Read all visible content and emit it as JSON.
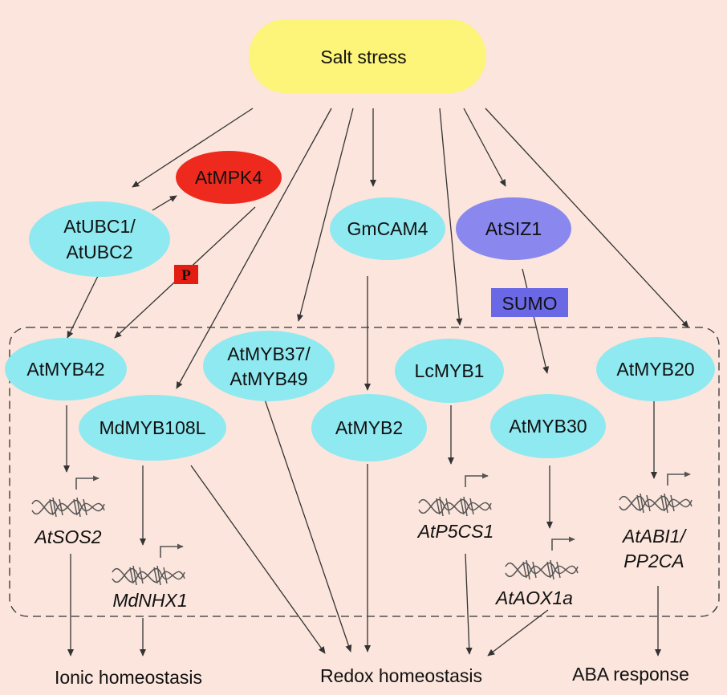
{
  "colors": {
    "background": "#fbe5dc",
    "stress": "#fdf57a",
    "tf": "#8fe9f0",
    "mpk": "#ee2a1e",
    "siz": "#8a87ee",
    "sumo": "#6b68e6",
    "phospho": "#e41d12"
  },
  "nodes": {
    "salt_stress": "Salt stress",
    "atmpk4": "AtMPK4",
    "atubc_line1": "AtUBC1/",
    "atubc_line2": "AtUBC2",
    "gmcam4": "GmCAM4",
    "atsiz1": "AtSIZ1",
    "sumo": "SUMO",
    "phospho": "P",
    "atmyb42": "AtMYB42",
    "atmyb37_line1": "AtMYB37/",
    "atmyb37_line2": "AtMYB49",
    "lcmyb1": "LcMYB1",
    "atmyb20": "AtMYB20",
    "mdmyb108l": "MdMYB108L",
    "atmyb2": "AtMYB2",
    "atmyb30": "AtMYB30"
  },
  "genes": {
    "atsos2": "AtSOS2",
    "mdnhx1": "MdNHX1",
    "atp5cs1": "AtP5CS1",
    "ataox1a": "AtAOX1a",
    "atabi1_line1": "AtABI1/",
    "atabi1_line2": "PP2CA"
  },
  "outcomes": {
    "ionic": "Ionic homeostasis",
    "redox": "Redox homeostasis",
    "aba": "ABA response"
  },
  "icons": {
    "gene": "dna-helix-icon",
    "promoter": "transcription-start-arrow-icon"
  }
}
